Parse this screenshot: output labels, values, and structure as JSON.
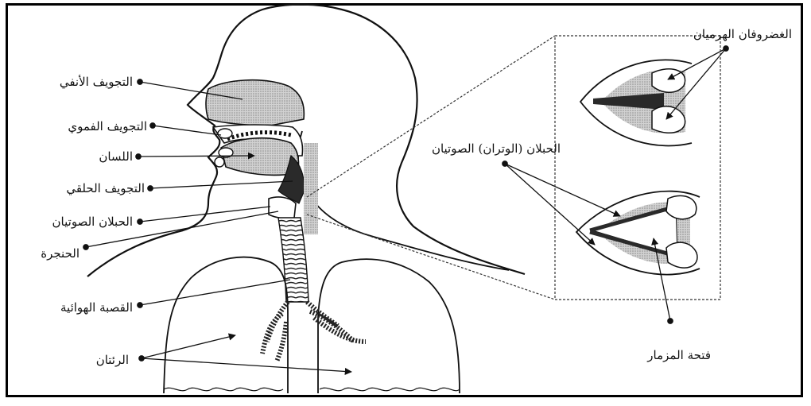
{
  "labels": {
    "nasal_cavity": "التجويف الأنفي",
    "oral_cavity": "التجويف الفموي",
    "tongue": "اللسان",
    "pharyngeal_cavity": "التجويف الحلقي",
    "vocal_cords_left": "الحبلان الصوتيان",
    "larynx": "الحنجرة",
    "trachea": "القصبة الهوائية",
    "lungs": "الرئتان",
    "arytenoid_cartilages": "الغضروفان الهرميان",
    "vocal_cords_right": "الحبلان (الوتران) الصوتيان",
    "glottis": "فتحة المزمار"
  },
  "colors": {
    "line": "#111111",
    "shade": "#b9b9b9",
    "dark": "#2a2a2a"
  }
}
